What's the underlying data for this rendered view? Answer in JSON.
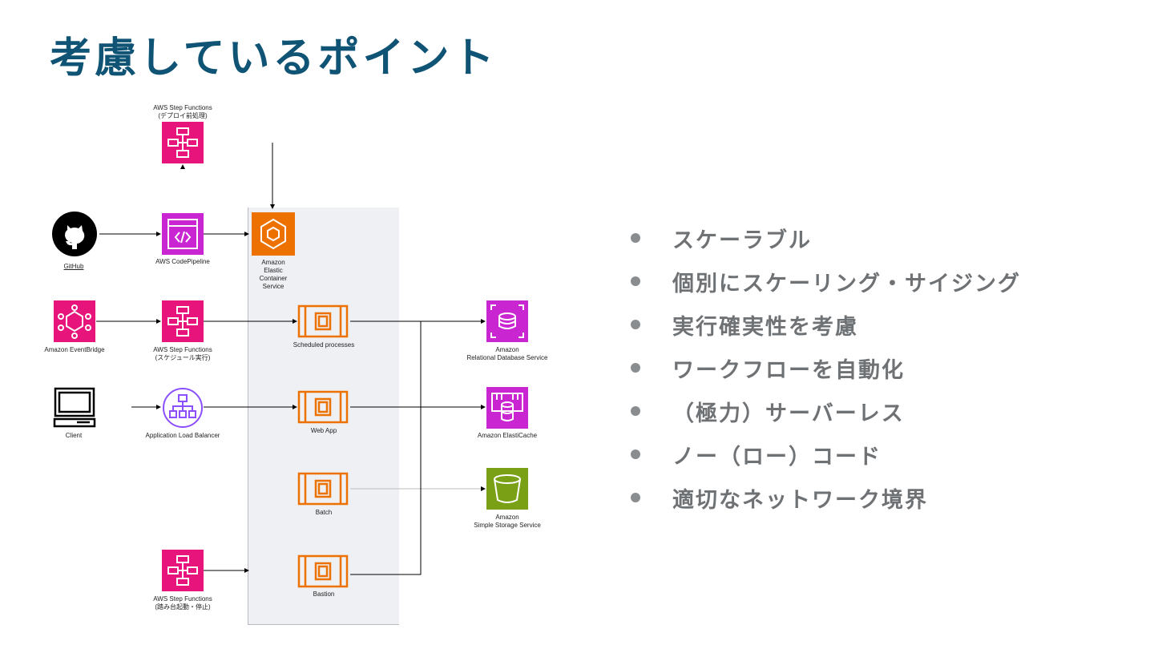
{
  "slide": {
    "title": "考慮しているポイント"
  },
  "diagram": {
    "step_top": {
      "line1": "AWS Step Functions",
      "line2": "(デプロイ前処理)"
    },
    "github": {
      "label": "GitHub"
    },
    "codepipeline": {
      "label": "AWS CodePipeline"
    },
    "ecs": {
      "line1": "Amazon",
      "line2": "Elastic",
      "line3": "Container",
      "line4": "Service"
    },
    "eventbridge": {
      "label": "Amazon EventBridge"
    },
    "step_sched": {
      "line1": "AWS Step Functions",
      "line2": "(スケジュール実行)"
    },
    "scheduled": {
      "label": "Scheduled processes"
    },
    "rds": {
      "line1": "Amazon",
      "line2": "Relational Database Service"
    },
    "client": {
      "label": "Client"
    },
    "alb": {
      "label": "Application Load Balancer"
    },
    "webapp": {
      "label": "Web App"
    },
    "elasticache": {
      "label": "Amazon ElastiCache"
    },
    "batch": {
      "label": "Batch"
    },
    "s3": {
      "line1": "Amazon",
      "line2": "Simple Storage Service"
    },
    "step_bottom": {
      "line1": "AWS Step Functions",
      "line2": "(踏み台起動・停止)"
    },
    "bastion": {
      "label": "Bastion"
    },
    "colors": {
      "step_functions": "#e7157b",
      "codepipeline": "#c925d1",
      "ecs": "#ed7100",
      "container": "#ed7100",
      "database": "#c925d1",
      "s3": "#7aa116",
      "alb": "#8c4fff"
    }
  },
  "points": [
    "スケーラブル",
    "個別にスケーリング・サイジング",
    "実行確実性を考慮",
    "ワークフローを自動化",
    "（極力）サーバーレス",
    "ノー（ロー）コード",
    "適切なネットワーク境界"
  ]
}
